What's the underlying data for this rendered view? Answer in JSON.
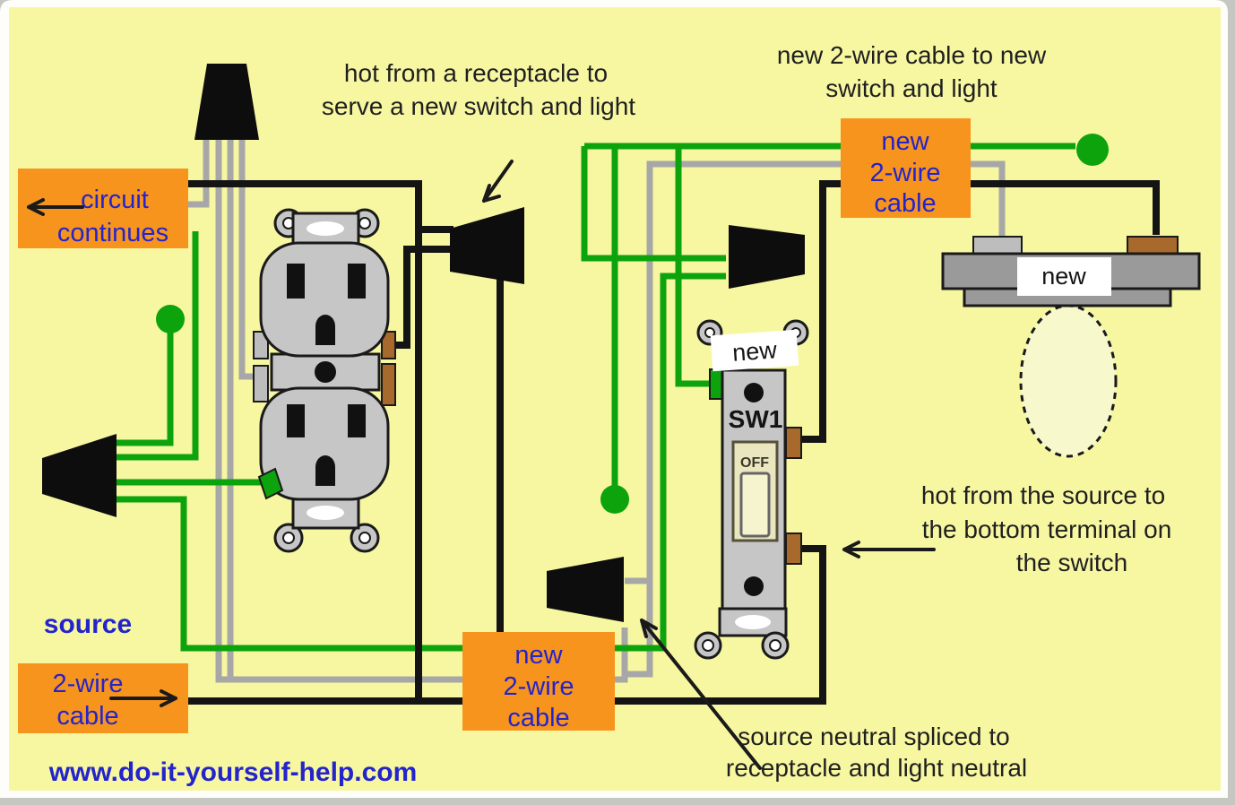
{
  "colors": {
    "canvas_yellow": "#f7f7a2",
    "frame_white": "#fdfdfa",
    "frame_gray": "#c6c6c2",
    "callout_orange": "#f7941e",
    "label_blue": "#2424cc",
    "text_black": "#1f1f1f",
    "wire_green": "#0da30d",
    "wire_gray": "#a7a7a7",
    "wire_black": "#141414",
    "brass": "#a8692c",
    "device_gray": "#c6c6c6"
  },
  "annotations": {
    "hot_receptacle": {
      "line1": "hot from a receptacle to",
      "line2": "serve a new switch and light"
    },
    "new_cable_to_switch": {
      "line1": "new 2-wire cable to new",
      "line2": "switch and light"
    },
    "hot_source": {
      "line1": "hot from the source to",
      "line2": "the bottom terminal on",
      "line3": "the switch"
    },
    "neutral_splice": {
      "line1": "source neutral spliced to",
      "line2": "receptacle and light neutral"
    },
    "source": "source",
    "website": "www.do-it-yourself-help.com"
  },
  "callouts": {
    "circuit_continues": {
      "line1": "circuit",
      "line2": "continues"
    },
    "new_2wire_cable_top": {
      "line1": "new",
      "line2": "2-wire",
      "line3": "cable"
    },
    "new_2wire_cable_bottom": {
      "line1": "new",
      "line2": "2-wire",
      "line3": "cable"
    },
    "source_2wire_cable": {
      "line1": "2-wire",
      "line2": "cable"
    }
  },
  "devices": {
    "switch": {
      "id": "SW1",
      "state": "OFF",
      "tag": "new"
    },
    "light": {
      "tag": "new"
    }
  }
}
